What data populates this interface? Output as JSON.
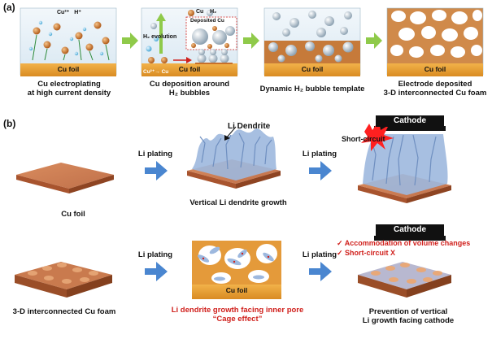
{
  "panel_a": {
    "tag": "(a)",
    "legend_left": {
      "cu_ion": "Cu²⁺",
      "h_ion": "H⁺"
    },
    "legend_right": {
      "cu": "Cu",
      "h2": "H₂"
    },
    "foil_label": "Cu foil",
    "h2_evolution": "H₂ evolution",
    "deposited_cu": "Deposited Cu",
    "reaction": "Cu²⁺→ Cu",
    "captions": [
      [
        "Cu electroplating",
        "at high current density"
      ],
      [
        "Cu deposition around",
        "H₂ bubbles"
      ],
      [
        "Dynamic H₂ bubble template"
      ],
      [
        "Electrode deposited",
        "3-D interconnected Cu foam"
      ]
    ]
  },
  "panel_b": {
    "tag": "(b)",
    "li_plating": "Li plating",
    "li_dendrite": "Li Dendrite",
    "cathode": "Cathode",
    "short_circuit": "Short-circuit",
    "top_captions": {
      "foil": "Cu foil",
      "growth": "Vertical Li dendrite growth"
    },
    "bottom_captions": {
      "foam": "3-D interconnected Cu foam",
      "growth": [
        "Li dendrite growth facing inner pore",
        "“Cage effect”"
      ],
      "prevention": [
        "Prevention of vertical",
        "Li growth facing cathode"
      ]
    },
    "checks": [
      "Accommodation of volume changes",
      "Short-circuit X"
    ],
    "foil_label": "Cu foil"
  },
  "colors": {
    "foil": "#e8a23a",
    "cu": "#c8702a",
    "arrow": "#8fca4a",
    "blue_arrow": "#4a86d0",
    "dendrite": "#9db8de",
    "red": "#d0201c"
  }
}
